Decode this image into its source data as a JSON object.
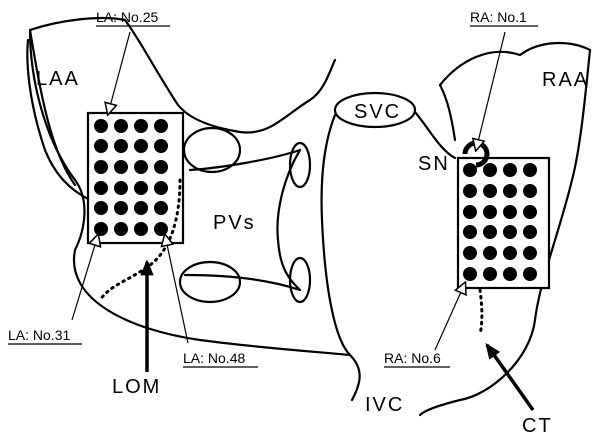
{
  "labels": {
    "laa": "LAA",
    "raa": "RAA",
    "svc": "SVC",
    "sn": "SN",
    "pvs": "PVs",
    "lom": "LOM",
    "ivc": "IVC",
    "ct": "CT"
  },
  "callouts": {
    "la_25": "LA: No.25",
    "la_31": "LA: No.31",
    "la_48": "LA: No.48",
    "ra_1": "RA: No.1",
    "ra_6": "RA: No.6"
  },
  "electrode_grids": {
    "left_atrium": {
      "rows": 6,
      "cols": 4
    },
    "right_atrium": {
      "rows": 6,
      "cols": 4
    }
  }
}
